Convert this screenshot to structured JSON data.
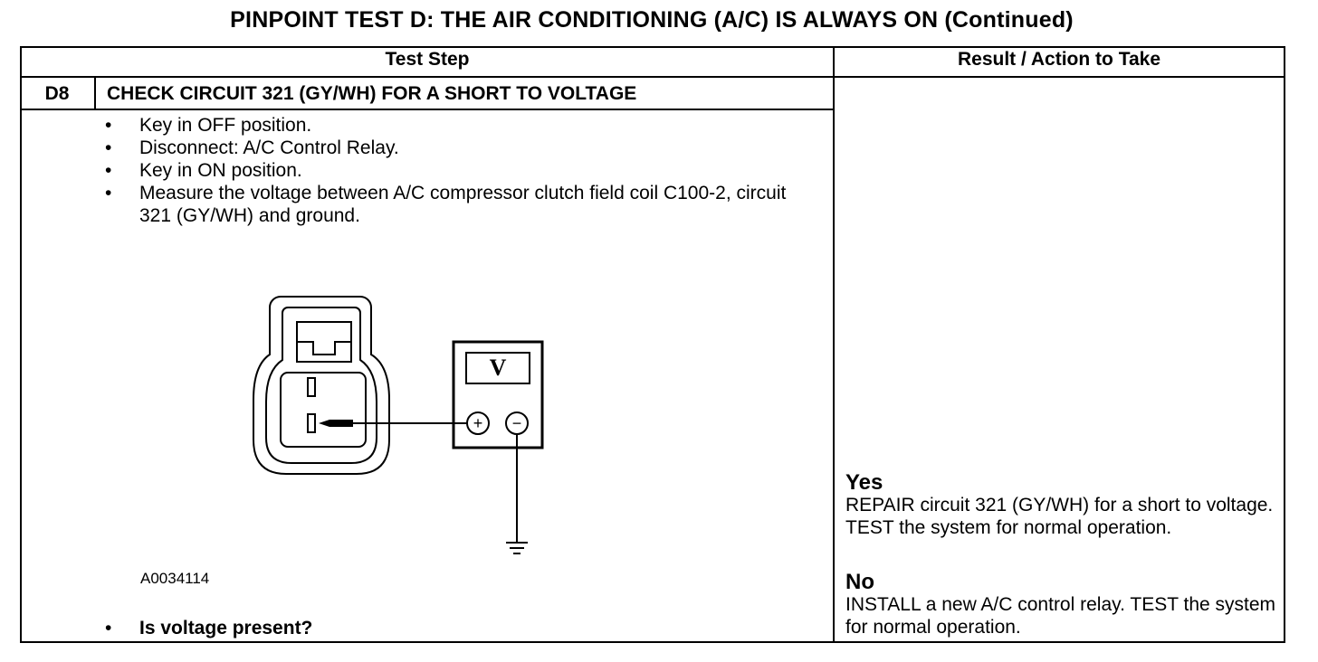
{
  "title": "PINPOINT TEST D: THE AIR CONDITIONING (A/C) IS ALWAYS ON (Continued)",
  "table": {
    "col_test_step": "Test Step",
    "col_result": "Result / Action to Take"
  },
  "step": {
    "id": "D8",
    "title": "CHECK CIRCUIT 321 (GY/WH) FOR A SHORT TO VOLTAGE",
    "bullets": [
      "Key in OFF position.",
      "Disconnect: A/C Control Relay.",
      "Key in ON position.",
      "Measure the voltage between A/C compressor clutch field coil C100-2, circuit 321 (GY/WH) and ground."
    ],
    "figure_id": "A0034114",
    "question": "Is voltage present?"
  },
  "meter": {
    "display": "V",
    "plus": "+",
    "minus": "−"
  },
  "results": [
    {
      "label": "Yes",
      "text": "REPAIR circuit 321 (GY/WH) for a short to voltage. TEST the system for normal operation."
    },
    {
      "label": "No",
      "text": "INSTALL a new A/C control relay. TEST the system for normal operation."
    }
  ]
}
